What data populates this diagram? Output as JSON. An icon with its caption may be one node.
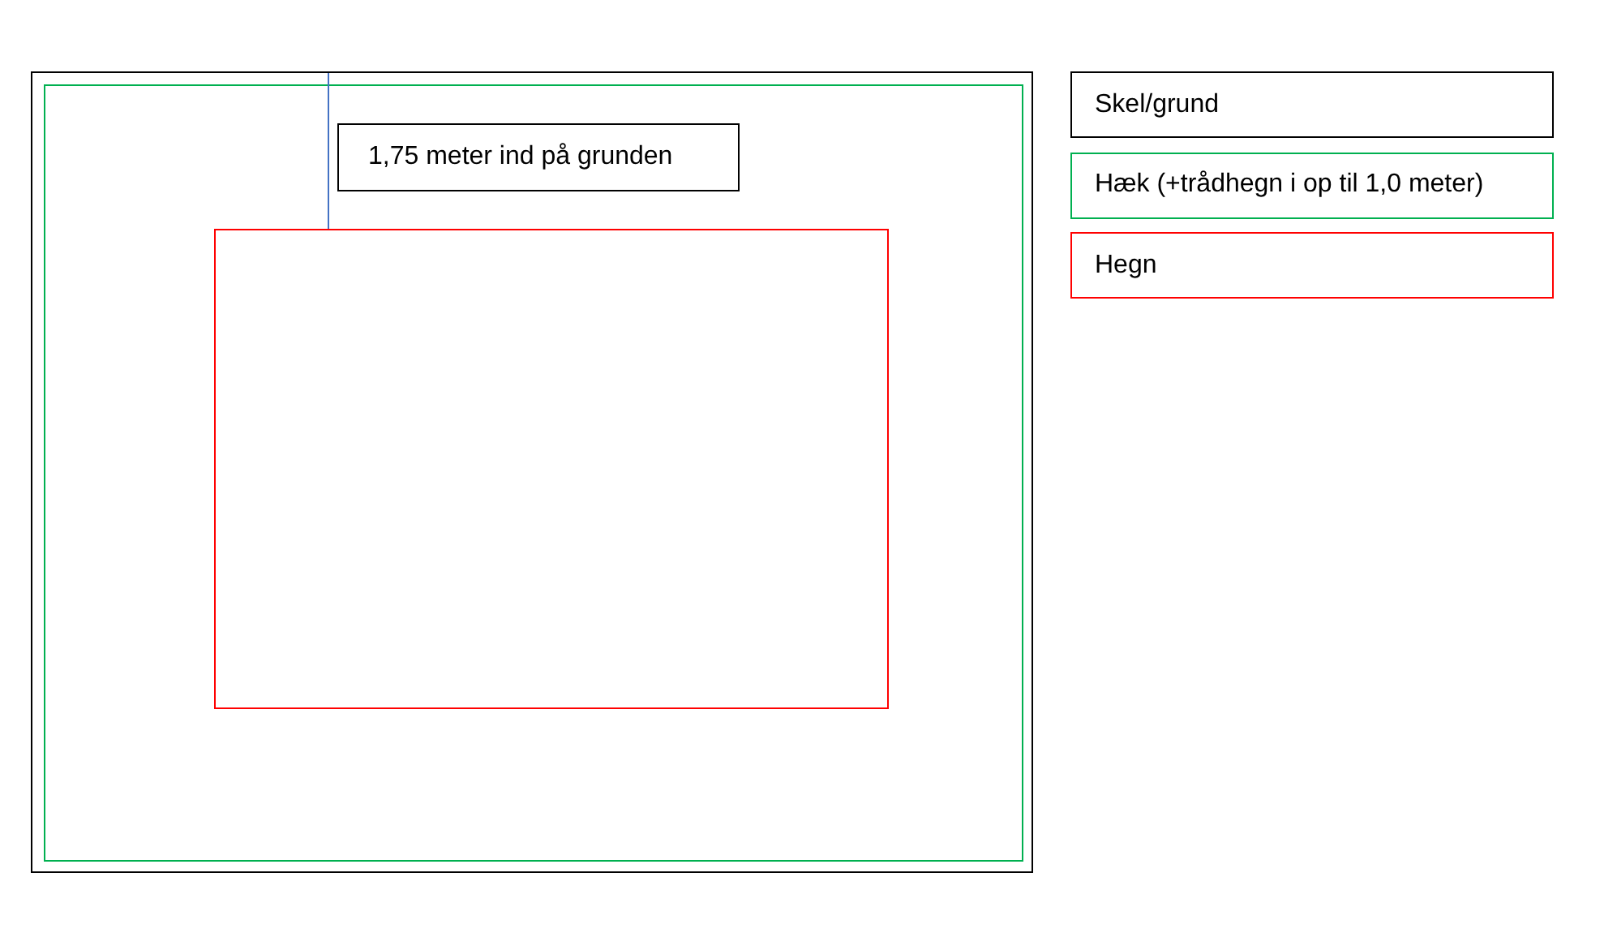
{
  "diagram": {
    "labels": [
      "1,75 meter ind på grunden"
    ],
    "legend": [
      {
        "text": "Skel/grund",
        "color": "#000000"
      },
      {
        "text": "Hæk (+trådhegn i op til 1,0 meter)",
        "color": "#00b050"
      },
      {
        "text": "Hegn",
        "color": "#ff0000"
      }
    ]
  }
}
